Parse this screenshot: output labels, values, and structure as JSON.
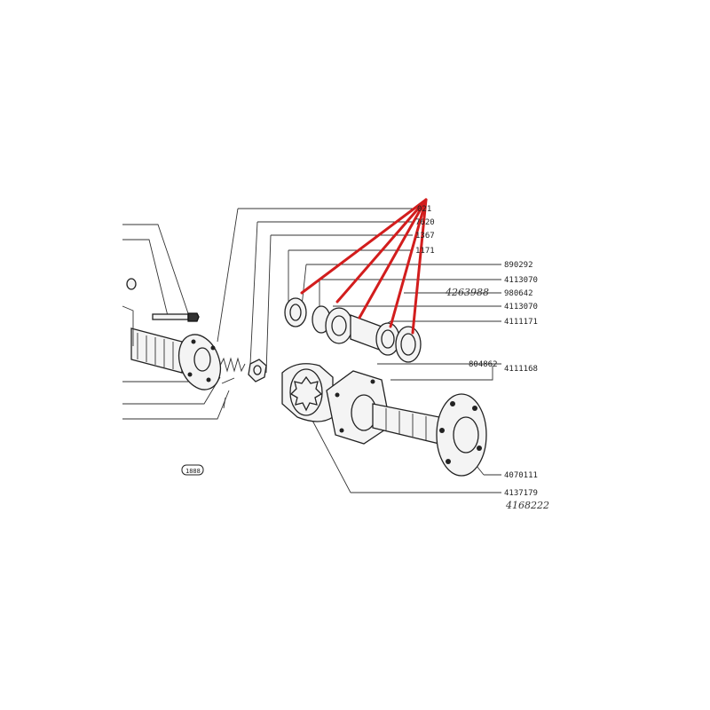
{
  "parts": {
    "p_021": "021",
    "p_7620": "7620",
    "p_1367": "1367",
    "p_171_top": "1171",
    "p_890292": "890292",
    "p_4113070_a": "4113070",
    "p_4263988": "4263988",
    "p_980642": "980642",
    "p_4113070_b": "4113070",
    "p_4111171": "4111171",
    "p_804862": "804862",
    "p_4111168": "4111168",
    "p_4070111": "4070111",
    "p_4137179": "4137179",
    "p_4168222": "4168222",
    "badge": "1888"
  },
  "colors": {
    "highlight": "#d21d1d",
    "ink": "#222222"
  }
}
